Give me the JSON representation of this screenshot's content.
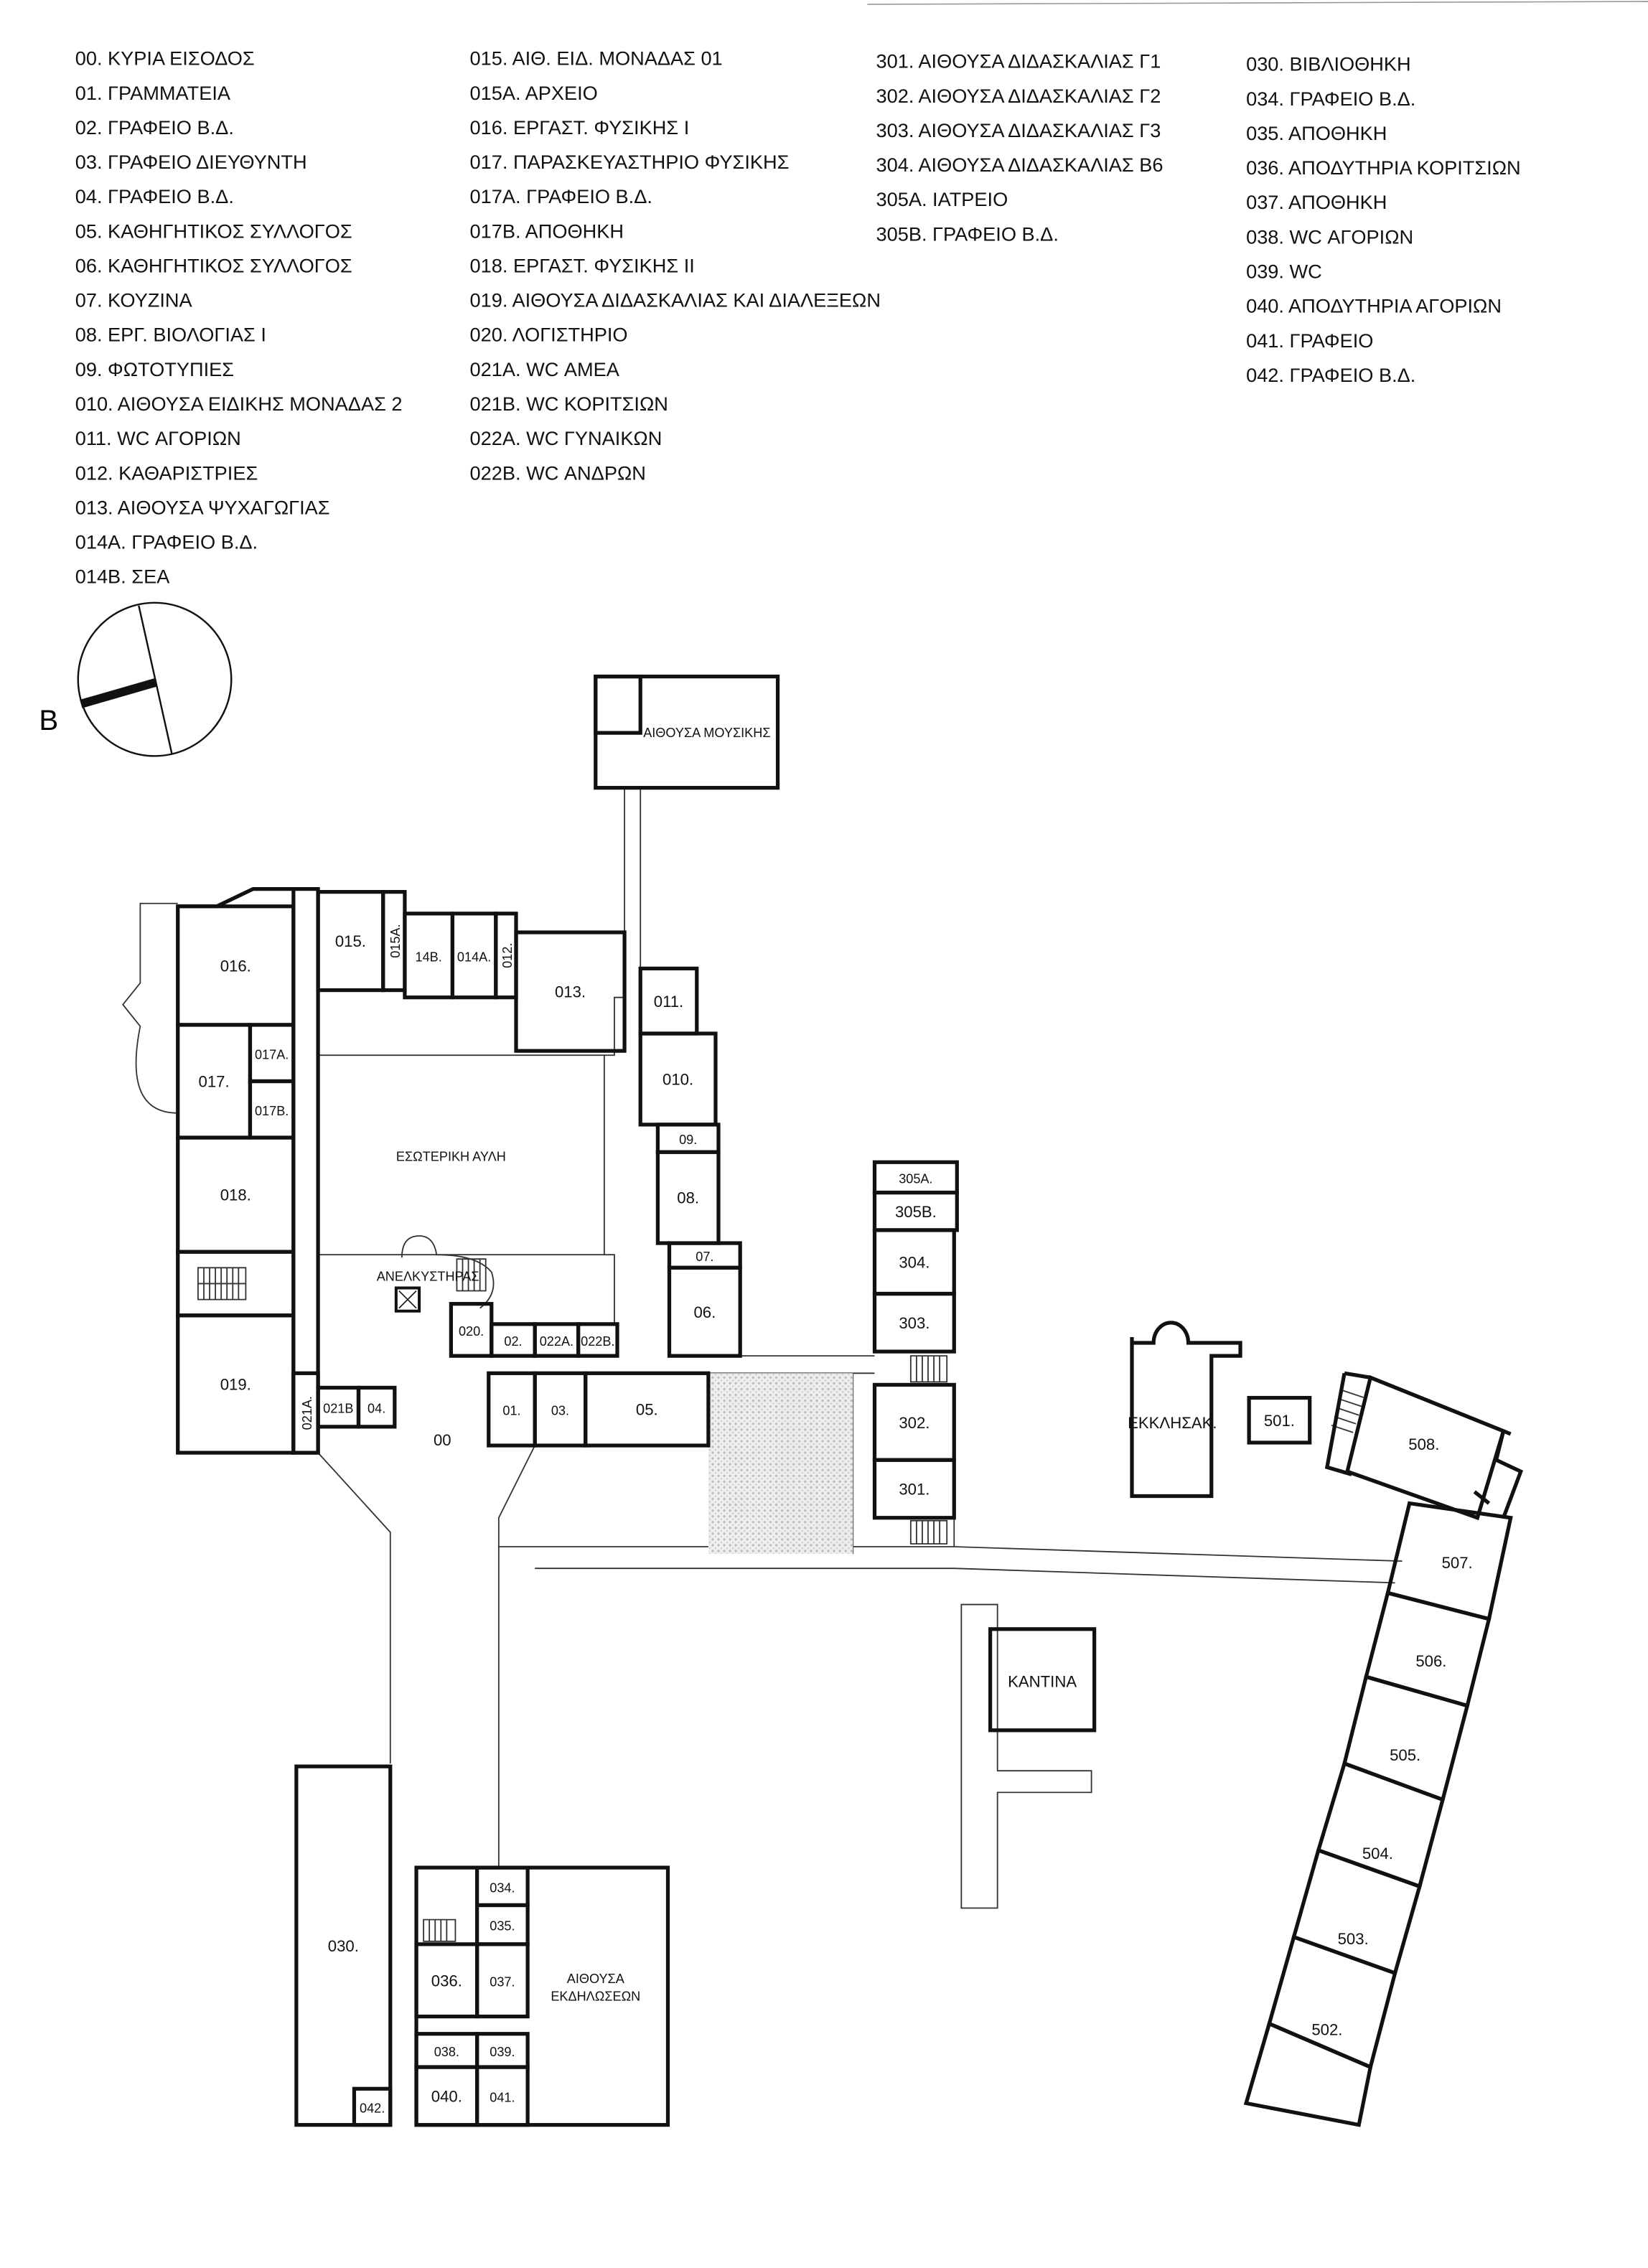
{
  "legend": {
    "col1": [
      "00. ΚΥΡΙΑ ΕΙΣΟΔΟΣ",
      "01. ΓΡΑΜΜΑΤΕΙΑ",
      "02. ΓΡΑΦΕΙΟ Β.Δ.",
      "03. ΓΡΑΦΕΙΟ ΔΙΕΥΘΥΝΤΗ",
      "04. ΓΡΑΦΕΙΟ Β.Δ.",
      "05. ΚΑΘΗΓΗΤΙΚΟΣ ΣΥΛΛΟΓΟΣ",
      "06. ΚΑΘΗΓΗΤΙΚΟΣ ΣΥΛΛΟΓΟΣ",
      "07. ΚΟΥΖΙΝΑ",
      "08. ΕΡΓ. ΒΙΟΛΟΓΙΑΣ Ι",
      "09. ΦΩΤΟΤΥΠΙΕΣ",
      "010. ΑΙΘΟΥΣΑ ΕΙΔΙΚΗΣ ΜΟΝΑΔΑΣ 2",
      "011. WC ΑΓΟΡΙΩΝ",
      "012. ΚΑΘΑΡΙΣΤΡΙΕΣ",
      "013. ΑΙΘΟΥΣΑ ΨΥΧΑΓΩΓΙΑΣ",
      "014Α. ΓΡΑΦΕΙΟ Β.Δ.",
      "014Β. ΣΕΑ"
    ],
    "col2": [
      "015. ΑΙΘ. ΕΙΔ. ΜΟΝΑΔΑΣ 01",
      "015Α. ΑΡΧΕΙΟ",
      "016. ΕΡΓΑΣΤ. ΦΥΣΙΚΗΣ Ι",
      "017. ΠΑΡΑΣΚΕΥΑΣΤΗΡΙΟ ΦΥΣΙΚΗΣ",
      "017Α. ΓΡΑΦΕΙΟ Β.Δ.",
      "017Β. ΑΠΟΘΗΚΗ",
      "018. ΕΡΓΑΣΤ. ΦΥΣΙΚΗΣ ΙΙ",
      "019. ΑΙΘΟΥΣΑ ΔΙΔΑΣΚΑΛΙΑΣ ΚΑΙ ΔΙΑΛΕΞΕΩΝ",
      "020. ΛΟΓΙΣΤΗΡΙΟ",
      "021Α. WC ΑΜΕΑ",
      "021Β. WC ΚΟΡΙΤΣΙΩΝ",
      "022Α. WC ΓΥΝΑΙΚΩΝ",
      "022Β. WC ΑΝΔΡΩΝ"
    ],
    "col3": [
      "301. ΑΙΘΟΥΣΑ ΔΙΔΑΣΚΑΛΙΑΣ Γ1",
      "302. ΑΙΘΟΥΣΑ ΔΙΔΑΣΚΑΛΙΑΣ Γ2",
      "303. ΑΙΘΟΥΣΑ ΔΙΔΑΣΚΑΛΙΑΣ Γ3",
      "304. ΑΙΘΟΥΣΑ ΔΙΔΑΣΚΑΛΙΑΣ Β6",
      "305Α. ΙΑΤΡΕΙΟ",
      "305Β. ΓΡΑΦΕΙΟ Β.Δ."
    ],
    "col4": [
      "030. ΒΙΒΛΙΟΘΗΚΗ",
      "034. ΓΡΑΦΕΙΟ Β.Δ.",
      "035. ΑΠΟΘΗΚΗ",
      "036. ΑΠΟΔΥΤΗΡΙΑ ΚΟΡΙΤΣΙΩΝ",
      "037. ΑΠΟΘΗΚΗ",
      "038. WC ΑΓΟΡΙΩΝ",
      "039. WC",
      "040. ΑΠΟΔΥΤΗΡΙΑ ΑΓΟΡΙΩΝ",
      "041. ΓΡΑΦΕΙΟ",
      "042. ΓΡΑΦΕΙΟ Β.Δ."
    ]
  },
  "compass": {
    "north_label": "Β"
  },
  "plan": {
    "rooms": {
      "r016": "016.",
      "r017": "017.",
      "r017a": "017Α.",
      "r017b": "017Β.",
      "r018": "018.",
      "r019": "019.",
      "r021a": "021Α.",
      "r021b": "021Β",
      "r04": "04.",
      "r015": "015.",
      "r015a": "015Α.",
      "r14b": "14Β.",
      "r014a": "014Α.",
      "r012": "012.",
      "r013": "013.",
      "r011": "011.",
      "r010": "010.",
      "r09": "09.",
      "r08": "08.",
      "r07": "07.",
      "r06": "06.",
      "r020": "020.",
      "r02": "02.",
      "r022a": "022Α.",
      "r022b": "022Β.",
      "r01": "01.",
      "r03": "03.",
      "r05": "05.",
      "r305a": "305Α.",
      "r305b": "305Β.",
      "r304": "304.",
      "r303": "303.",
      "r302": "302.",
      "r301": "301.",
      "r501": "501.",
      "r508": "508.",
      "r507": "507.",
      "r506": "506.",
      "r505": "505.",
      "r504": "504.",
      "r503": "503.",
      "r502": "502.",
      "r030": "030.",
      "r042": "042.",
      "r034": "034.",
      "r035": "035.",
      "r036": "036.",
      "r037": "037.",
      "r038": "038.",
      "r039": "039.",
      "r040": "040.",
      "r041": "041."
    },
    "areas": {
      "entrance": "00",
      "courtyard": "ΕΣΩΤΕΡΙΚΗ ΑΥΛΗ",
      "elevator": "ΑΝΕΛΚΥΣΤΗΡΑΣ",
      "music": "ΑΙΘΟΥΣΑ ΜΟΥΣΙΚΗΣ",
      "chapel": "ΕΚΚΛΗΣΑΚ.",
      "canteen": "ΚΑΝΤΙΝΑ",
      "events_1": "ΑΙΘΟΥΣΑ",
      "events_2": "ΕΚΔΗΛΩΣΕΩΝ"
    }
  }
}
